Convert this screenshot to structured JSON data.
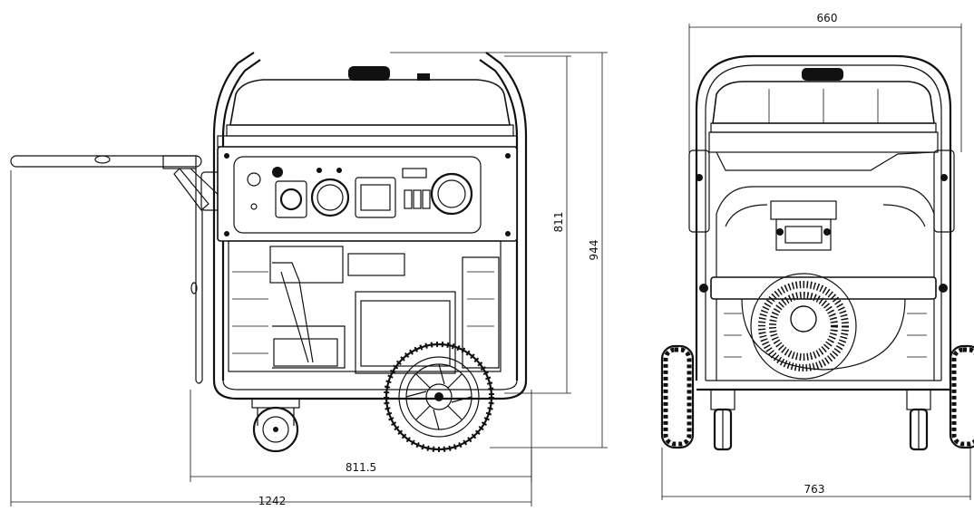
{
  "views": {
    "side": {
      "dimensions": {
        "height_frame": "811",
        "height_total": "944",
        "length_body": "811.5",
        "length_handle": "1242"
      }
    },
    "front": {
      "dimensions": {
        "width_frame": "660",
        "width_wheels": "763"
      }
    }
  },
  "colors": {
    "line": "#111111",
    "background": "#ffffff"
  }
}
